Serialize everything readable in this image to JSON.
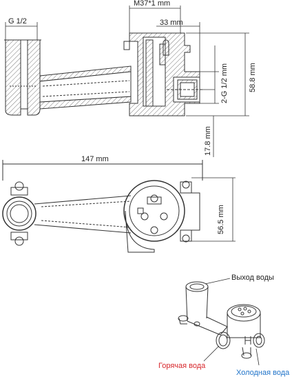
{
  "dimensions": {
    "thread_main": "M37*1 mm",
    "depth_33": "33 mm",
    "inlet_thread": "G 1/2",
    "outlet_thread": "2-G 1/2 mm",
    "height_58": "58.8 mm",
    "offset_17": "17.8 mm",
    "length_147": "147 mm",
    "height_56": "56.5 mm"
  },
  "callouts": {
    "outlet": "Выход воды",
    "hot": "Горячая вода",
    "cold": "Холодная вода"
  },
  "colors": {
    "line": "#333333",
    "hot": "#d7262b",
    "cold": "#1f73c9"
  },
  "icons": [
    "hot-label-icon",
    "cold-label-icon"
  ]
}
